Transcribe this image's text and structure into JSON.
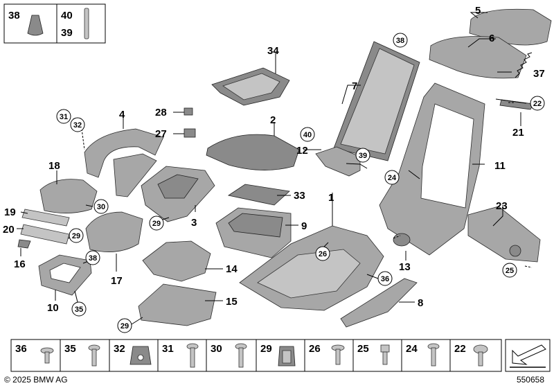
{
  "diagram": {
    "callouts": {
      "n1": "1",
      "n2": "2",
      "n3": "3",
      "n4": "4",
      "n5": "5",
      "n6": "6",
      "n7": "7",
      "n8": "8",
      "n9": "9",
      "n10": "10",
      "n11": "11",
      "n12": "12",
      "n13": "13",
      "n14": "14",
      "n15": "15",
      "n16": "16",
      "n17": "17",
      "n18": "18",
      "n19": "19",
      "n20": "20",
      "n21": "21",
      "n22": "22",
      "n23": "23",
      "n24": "24",
      "n25": "25",
      "n26": "26",
      "n27": "27",
      "n28": "28",
      "n29": "29",
      "n30": "30",
      "n31": "31",
      "n32": "32",
      "n33": "33",
      "n34": "34",
      "n35": "35",
      "n36": "36",
      "n37": "37",
      "n38": "38",
      "n39": "39",
      "n40": "40"
    },
    "inset_labels": {
      "a": "38",
      "b": "40",
      "c": "39"
    },
    "fastener_strip": [
      "36",
      "35",
      "32",
      "31",
      "30",
      "29",
      "26",
      "25",
      "24",
      "22"
    ]
  },
  "footer": {
    "copyright": "© 2025 BMW AG",
    "drawing_id": "550658"
  }
}
